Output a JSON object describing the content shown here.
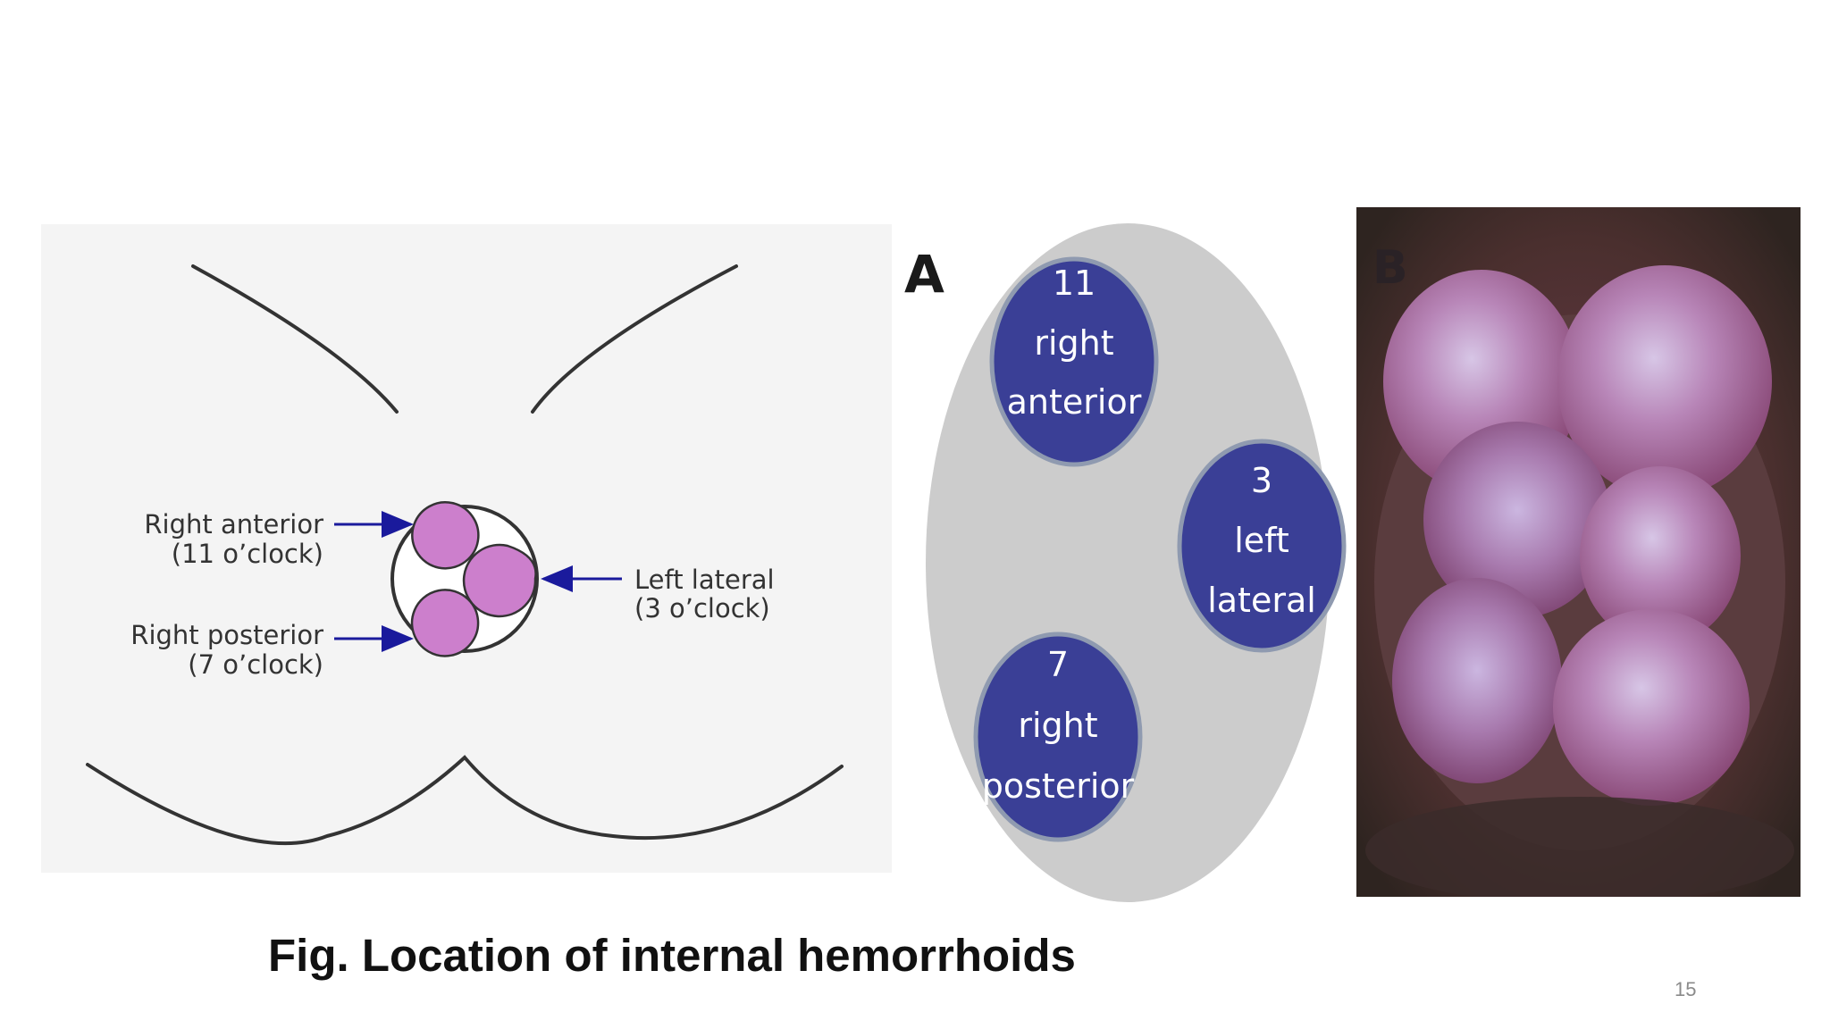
{
  "diagram": {
    "right_anterior": {
      "line1": "Right anterior",
      "line2": "(11 o’clock)"
    },
    "right_posterior": {
      "line1": "Right posterior",
      "line2": "(7 o’clock)"
    },
    "left_lateral": {
      "line1": "Left lateral",
      "line2": "(3 o’clock)"
    },
    "colors": {
      "background": "#f4f4f4",
      "outline": "#333333",
      "cushion": "#cc7fcc",
      "arrow": "#1a1a9c"
    }
  },
  "panel_a": {
    "letter": "A",
    "right_anterior": {
      "number": "11",
      "word1": "right",
      "word2": "anterior"
    },
    "left_lateral": {
      "number": "3",
      "word1": "left",
      "word2": "lateral"
    },
    "right_posterior": {
      "number": "7",
      "word1": "right",
      "word2": "posterior"
    },
    "colors": {
      "oval": "#cccccc",
      "circle": "#3a3f96",
      "circle_border": "#8f9ab0",
      "text": "#ffffff"
    }
  },
  "panel_b": {
    "letter": "B",
    "description_icon": "clinical-photo"
  },
  "caption": "Fig. Location of internal hemorrhoids",
  "page_number": "15"
}
